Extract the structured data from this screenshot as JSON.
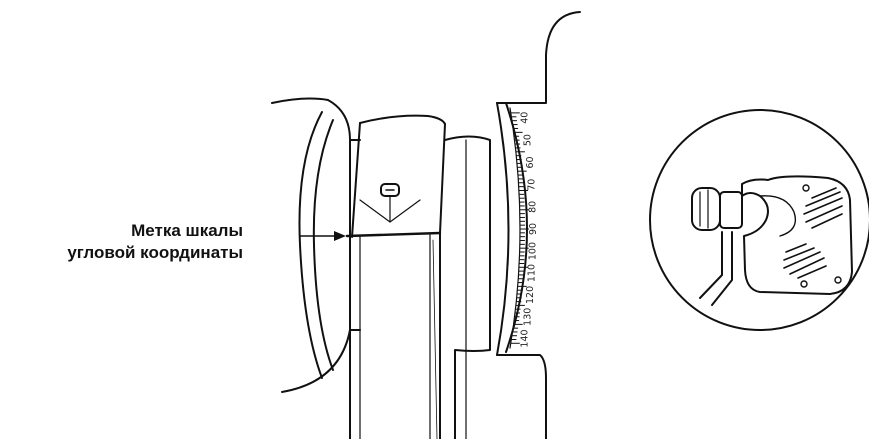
{
  "annotation": {
    "line1": "Метка шкалы",
    "line2": "угловой координаты"
  },
  "scale": {
    "labels": [
      "40",
      "50",
      "60",
      "70",
      "80",
      "90",
      "100",
      "110",
      "120",
      "130",
      "140"
    ]
  },
  "colors": {
    "stroke": "#111111",
    "background": "#ffffff"
  }
}
